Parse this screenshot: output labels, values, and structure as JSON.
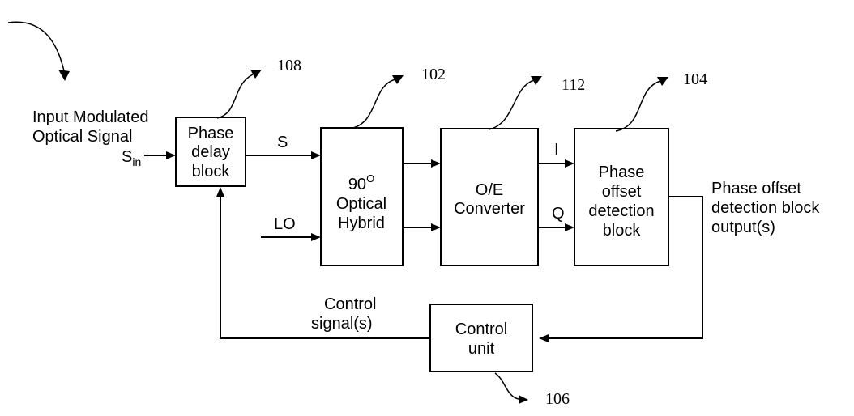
{
  "labels": {
    "input_line1": "Input Modulated",
    "input_line2": "Optical Signal",
    "s_in_base": "S",
    "s_in_sub": "in",
    "s": "S",
    "lo": "LO",
    "i": "I",
    "q": "Q",
    "output_line1": "Phase offset",
    "output_line2": "detection block",
    "output_line3": "output(s)",
    "control_sig_line1": "Control",
    "control_sig_line2": "signal(s)"
  },
  "blocks": {
    "phase_delay": {
      "line1": "Phase",
      "line2": "delay",
      "line3": "block"
    },
    "hybrid": {
      "deg": "90",
      "deg_sup": "O",
      "line2": "Optical",
      "line3": "Hybrid"
    },
    "oe": {
      "line1": "O/E",
      "line2": "Converter"
    },
    "detection": {
      "line1": "Phase",
      "line2": "offset",
      "line3": "detection",
      "line4": "block"
    },
    "control": {
      "line1": "Control",
      "line2": "unit"
    }
  },
  "refs": {
    "r108": "108",
    "r102": "102",
    "r112": "112",
    "r104": "104",
    "r106": "106"
  }
}
